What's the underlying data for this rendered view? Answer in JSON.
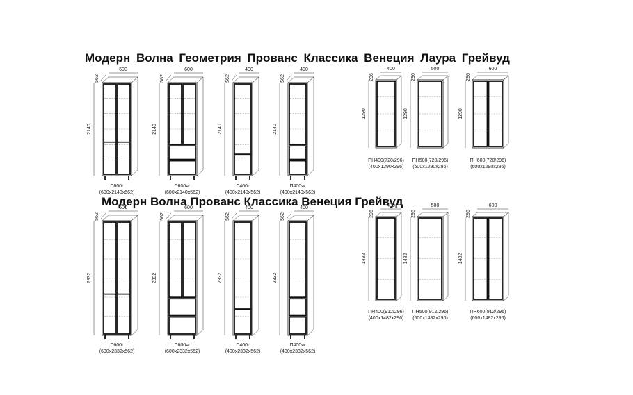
{
  "headings": {
    "row1": "Модерн Волна Геометрия Прованс Классика Венеция Лаура Грейвуд",
    "row2": "Модерн Волна Прованс Классика Венеция Грейвуд"
  },
  "row1_tall": [
    {
      "w": "600",
      "d": "562",
      "h": "2140",
      "code": "П600г",
      "size": "(600x2140x562)",
      "type": "glass-2"
    },
    {
      "w": "600",
      "d": "562",
      "h": "2140",
      "code": "П600яг",
      "size": "(600x2140x562)",
      "type": "drawers-2"
    },
    {
      "w": "400",
      "d": "562",
      "h": "2140",
      "code": "П400г",
      "size": "(400x2140x562)",
      "type": "glass-1"
    },
    {
      "w": "400",
      "d": "562",
      "h": "2140",
      "code": "П400яг",
      "size": "(400x2140x562)",
      "type": "drawers-1"
    }
  ],
  "row1_wall": [
    {
      "w": "400",
      "d": "296",
      "h": "1290",
      "code": "ПН400(720/296)",
      "size": "(400x1290x296)",
      "type": "1"
    },
    {
      "w": "500",
      "d": "296",
      "h": "1290",
      "code": "ПН500(720/296)",
      "size": "(500x1290x296)",
      "type": "1"
    },
    {
      "w": "600",
      "d": "296",
      "h": "1290",
      "code": "ПН600(720/296)",
      "size": "(600x1290x296)",
      "type": "2"
    }
  ],
  "row2_tall": [
    {
      "w": "600",
      "d": "562",
      "h": "2332",
      "code": "П600г",
      "size": "(600x2332x562)",
      "type": "glass-2"
    },
    {
      "w": "600",
      "d": "562",
      "h": "2332",
      "code": "П600яг",
      "size": "(600x2332x562)",
      "type": "drawers-2"
    },
    {
      "w": "400",
      "d": "562",
      "h": "2332",
      "code": "П400г",
      "size": "(400x2332x562)",
      "type": "glass-1"
    },
    {
      "w": "400",
      "d": "562",
      "h": "2332",
      "code": "П400яг",
      "size": "(400x2332x562)",
      "type": "drawers-1"
    }
  ],
  "row2_wall": [
    {
      "w": "400",
      "d": "296",
      "h": "1482",
      "code": "ПН400(912/296)",
      "size": "(400x1482x296)",
      "type": "1"
    },
    {
      "w": "500",
      "d": "296",
      "h": "1482",
      "code": "ПН500(912/296)",
      "size": "(500x1482x296)",
      "type": "1"
    },
    {
      "w": "600",
      "d": "296",
      "h": "1482",
      "code": "ПН600(912/296)",
      "size": "(600x1482x296)",
      "type": "2"
    }
  ]
}
